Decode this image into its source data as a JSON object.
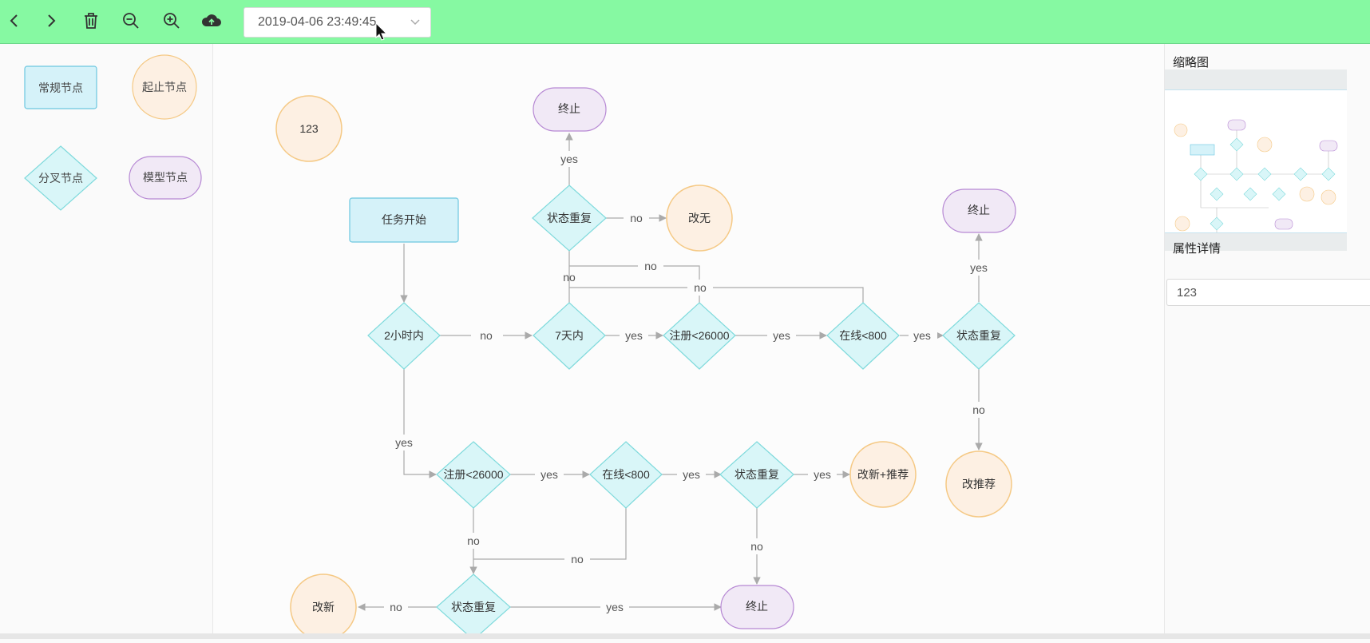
{
  "toolbar": {
    "datetime": "2019-04-06 23:49:45",
    "color": "#86f9a2"
  },
  "palette": {
    "items": [
      {
        "label": "常规节点",
        "type": "rect"
      },
      {
        "label": "起止节点",
        "type": "circle"
      },
      {
        "label": "分叉节点",
        "type": "diamond"
      },
      {
        "label": "模型节点",
        "type": "ellipse"
      }
    ]
  },
  "flow": {
    "node_123": "123",
    "start": "任务开始",
    "stop_top": "终止",
    "stop_right": "终止",
    "stop_bottom": "终止",
    "d_2h": "2小时内",
    "d_7d": "7天内",
    "d_reg_top": "注册<26000",
    "d_online_top": "在线<800",
    "d_state_right": "状态重复",
    "d_state_top": "状态重复",
    "d_reg_bottom": "注册<26000",
    "d_online_bottom": "在线<800",
    "d_state_mid": "状态重复",
    "d_state_bottom": "状态重复",
    "c_none": "改无",
    "c_recommend": "改推荐",
    "c_new_rec": "改新+推荐",
    "c_new": "改新",
    "edge_labels": {
      "yes": "yes",
      "no": "no"
    }
  },
  "right_panel": {
    "minimap_title": "缩略图",
    "props_title": "属性详情",
    "props_value": "123"
  },
  "colors": {
    "rect_fill": "#d5f2f9",
    "rect_stroke": "#6cc7e0",
    "diamond_fill": "#d9f6f8",
    "diamond_stroke": "#7fdadc",
    "circle_fill": "#fdf0e3",
    "circle_stroke": "#f5c985",
    "ellipse_fill": "#f1e9f6",
    "ellipse_stroke": "#b789d4",
    "edge": "#aaaaaa"
  }
}
